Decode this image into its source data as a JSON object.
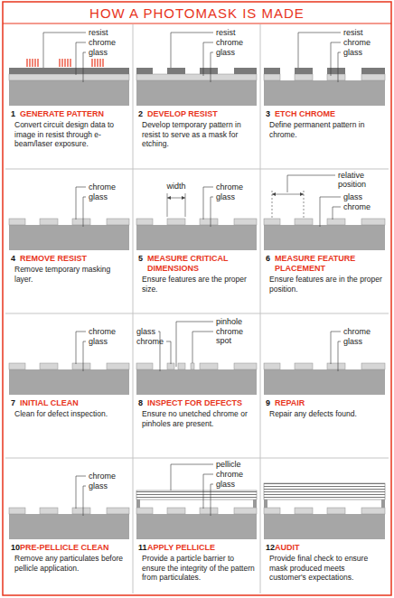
{
  "diagram": {
    "title": "HOW A PHOTOMASK IS MADE",
    "nodes": [
      {
        "text": [
          "1",
          "GENERATE PATTERN",
          "Convert circuit design data to image in resist through e-beam/laser exposure."
        ]
      },
      {
        "text": [
          "2",
          "DEVELOP RESIST",
          "Develop temporary pattern in resist to serve as a mask for etching."
        ]
      },
      {
        "text": [
          "3",
          "ETCH CHROME",
          "Define permanent pattern in chrome."
        ]
      },
      {
        "text": [
          "4",
          "REMOVE RESIST",
          "Remove temporary masking layer."
        ]
      },
      {
        "text": [
          "5",
          "MEASURE CRITICAL DIMENSIONS",
          "Ensure features are the proper size."
        ]
      },
      {
        "text": [
          "6",
          "MEASURE FEATURE PLACEMENT",
          "Ensure features are in the proper position."
        ]
      },
      {
        "text": [
          "7",
          "INITIAL CLEAN",
          "Clean for defect inspection."
        ]
      },
      {
        "text": [
          "8",
          "INSPECT FOR DEFECTS",
          "Ensure no unetched chrome or pinholes are present."
        ]
      },
      {
        "text": [
          "9",
          "REPAIR",
          "Repair any defects found."
        ]
      },
      {
        "text": [
          "10",
          "PRE-PELLICLE CLEAN",
          "Remove any particulates before pellicle application."
        ]
      },
      {
        "text": [
          "11",
          "APPLY PELLICLE",
          "Provide a particle barrier to ensure the integrity of the pattern from particulates."
        ]
      },
      {
        "text": [
          "12",
          "AUDIT",
          "Provide final check to ensure mask produced meets customer's expectations."
        ]
      }
    ],
    "labels": [
      "resist",
      "chrome",
      "glass",
      "resist",
      "chrome",
      "glass",
      "resist",
      "chrome",
      "glass",
      "chrome",
      "glass",
      "width",
      "chrome",
      "glass",
      "relative position",
      "glass",
      "chrome",
      "chrome",
      "glass",
      "glass",
      "chrome",
      "pinhole",
      "chrome spot",
      "chrome",
      "glass",
      "chrome",
      "glass",
      "pellicle",
      "chrome",
      "glass"
    ]
  }
}
